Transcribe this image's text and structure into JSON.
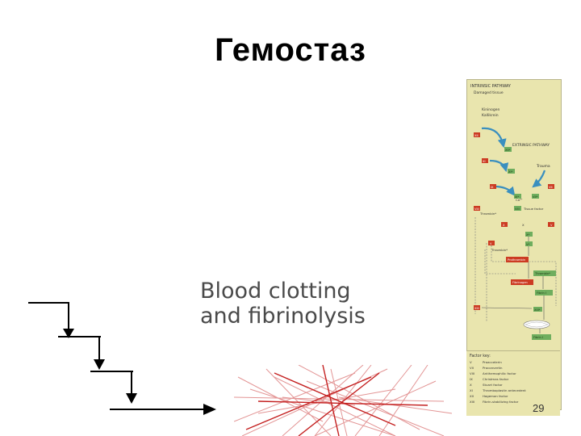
{
  "slide": {
    "title": "Гемостаз",
    "subtitle_line1": "Blood clotting",
    "subtitle_line2": "and fibrinolysis",
    "page_number": "29"
  },
  "pathway_figure": {
    "intrinsic_title": "INTRINSIC PATHWAY",
    "damaged_tissue": "Damaged tissue",
    "kininogen": "Kininogen",
    "kallikrein": "Kallikrein",
    "extrinsic_title": "EXTRINSIC PATHWAY",
    "trauma": "Trauma",
    "tissue_factor": "Tissue factor",
    "thrombin_1": "Thrombin*",
    "thrombin_2": "Thrombin*",
    "thrombin_3": "Thrombin*",
    "prothrombin": "Prothrombin",
    "fibrinogen": "Fibrinogen",
    "fibrin_1": "Fibrin I",
    "fibrin_2": "Fibrin I",
    "factor_xii": "XII",
    "factor_xiia": "XII*",
    "factor_xi": "XI",
    "factor_xia": "XI*",
    "factor_ix": "IX",
    "factor_ixa": "IX*",
    "factor_vii": "VII",
    "factor_viia": "VII*",
    "factor_viii": "VIII",
    "factor_viii_b": "VIII",
    "factor_x": "X",
    "factor_x_b": "X",
    "factor_xa": "X*",
    "factor_v": "V",
    "factor_v_b": "V",
    "factor_va": "V*",
    "factor_xiii": "XIII",
    "factor_xiiia": "XIII*",
    "ca_pl": "Ca²⁺",
    "legend_title": "Factor key:",
    "legend": [
      {
        "code": "V",
        "name": "Proaccelerin"
      },
      {
        "code": "VII",
        "name": "Proconvertin"
      },
      {
        "code": "VIII",
        "name": "Antihemophilic factor"
      },
      {
        "code": "IX",
        "name": "Christmas factor"
      },
      {
        "code": "X",
        "name": "Stuart factor"
      },
      {
        "code": "XI",
        "name": "Thromboplastin antecedent"
      },
      {
        "code": "XII",
        "name": "Hageman factor"
      },
      {
        "code": "XIII",
        "name": "Fibrin-stabilizing factor"
      }
    ],
    "colors": {
      "panel": "#e9e5ae",
      "factor_red": "#cc3b22",
      "factor_green": "#6fae5e",
      "arrow_blue": "#3a8fbf"
    }
  }
}
